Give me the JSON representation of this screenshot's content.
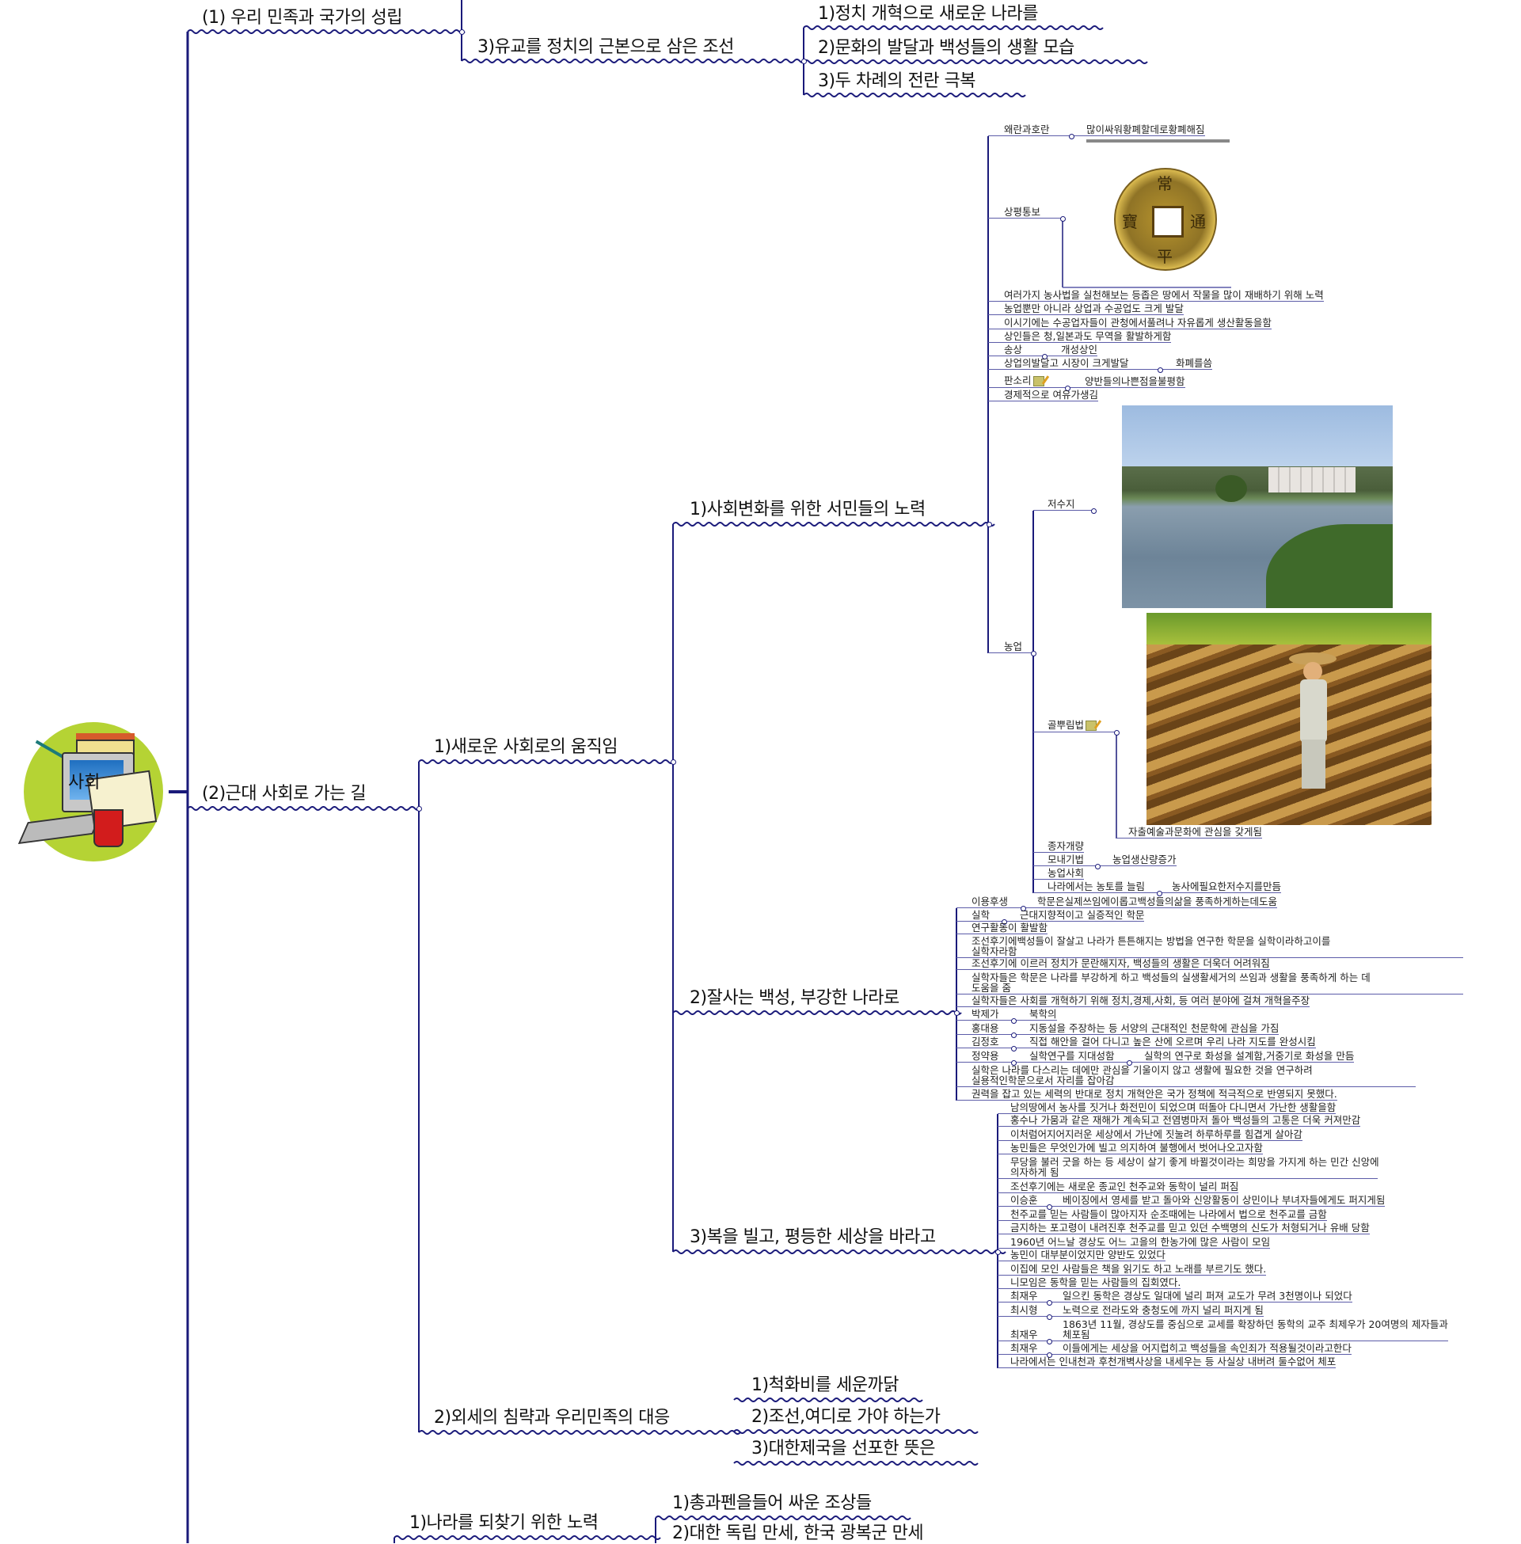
{
  "root": {
    "label": "사회"
  },
  "colors": {
    "line": "#1a1a7a",
    "sub_line": "#5c5ca8",
    "root_disc": "#b5d334"
  },
  "nodes": {
    "n1": "(1) 우리 민족과 국가의 성립",
    "n1a": "3)유교를 정치의 근본으로 삼은 조선",
    "n1a1": "1)정치 개혁으로 새로운 나라를",
    "n1a2": "2)문화의 발달과 백성들의 생활 모습",
    "n1a3": "3)두 차례의 전란 극복",
    "n2": "(2)근대 사회로 가는 길",
    "n2a": "1)새로운 사회로의 움직임",
    "n2a1": "1)사회변화를 위한 서민들의 노력",
    "n2a2": "2)잘사는 백성, 부강한 나라로",
    "n2a3": "3)복을 빌고, 평등한 세상을 바라고",
    "n2b": "2)외세의 침략과 우리민족의 대응",
    "n2b1": "1)척화비를 세운까닭",
    "n2b2": "2)조선,여디로 가야 하는가",
    "n2b3": "3)대한제국을 선포한 뜻은",
    "n3a": "1)나라를 되찾기 위한 노력",
    "n3a1": "1)총과펜을들어 싸운 조상들",
    "n3a2": "2)대한 독립 만세, 한국 광복군 만세"
  },
  "coin_chars": [
    "常",
    "平",
    "通",
    "寶"
  ],
  "economy": [
    {
      "label": "왜란과호란",
      "value": "많이싸워황폐할데로황폐해짐"
    },
    {
      "label": "상평통보",
      "icon": "coin-image"
    },
    {
      "label": "여러가지 농사법을 실천해보는 등좁은 땅에서 작물을 많이 재배하기 위해 노력"
    },
    {
      "label": "농업뿐만 아니라 상업과 수공업도 크게 발달"
    },
    {
      "label": "이시기에는 수공업자들이 관청에서풀려나  자유롭게 생산활동을함"
    },
    {
      "label": "상인들은 청,일본과도 무역을 활발하게함"
    },
    {
      "label": " 송상",
      "value": "개성상인"
    },
    {
      "label": "상업의발달고 시장이 크게발달",
      "value": "화폐를씀"
    },
    {
      "label": "판소리",
      "icon": "memo-icon",
      "value": "양반들의나쁜점을불평함"
    },
    {
      "label": "경제적으로 여유가생김"
    },
    {
      "label": "농업"
    }
  ],
  "farming": [
    {
      "label": "저수지",
      "icon": "pond-image"
    },
    {
      "label": "골뿌림법",
      "icon": "memo-icon",
      "sub": "자출예술과문화에 관심을 갖게됨"
    },
    {
      "label": "종자개량"
    },
    {
      "label": "모내기법",
      "value": "농업생산량증가"
    },
    {
      "label": "농업사회"
    },
    {
      "label": "나라에서는 농토를 늘림",
      "value": "농사에필요한저수지를만듬"
    }
  ],
  "silhak": [
    {
      "label": "이용후생",
      "value": "학문은실제쓰임에이롭고백성들의삶을 풍족하게하는데도움"
    },
    {
      "label": "실학",
      "value": "근대지향적이고 실증적인 학문"
    },
    {
      "label": "연구활동이 활발함"
    },
    {
      "label": "조선후기에백성들이 잘살고 나라가 튼튼해지는 방법을 연구한 학문을 실학이라하고이를\n실학자라함"
    },
    {
      "label": "조선후기에 이르러 정치가 문란해지자, 백성들의 생활은 더욱더 어려워짐"
    },
    {
      "label": "실학자들은 학문은 나라를 부강하게 하고 백성들의 실생활세거의 쓰임과 생활을 풍족하게 하는 데\n도움을 줌"
    },
    {
      "label": "실학자들은 사회를 개혁하기 위해 정치,경제,사회, 등 여러 분야에 걸쳐 개혁을주장"
    },
    {
      "label": "박제가",
      "value": "북학의"
    },
    {
      "label": "홍대용",
      "value": "지동설을 주장하는 등 서양의 근대적인 천문학에 관심을 가짐"
    },
    {
      "label": "김정호",
      "value": "직접 해안을 걸어 다니고 높은 산에 오르며 우리 나라 지도를 완성시킴"
    },
    {
      "label": "정약용",
      "value": "실학연구를 지대성함",
      "value2": "실학의 연구로 화성을 설계함,거중기로 화성을 만듬"
    },
    {
      "label": "실학은 나라를 다스리는 데에만 관심을 기울이지 않고 생활에 필요한 것을 연구하려\n실용적인학문으로서 자리를 잡아감"
    },
    {
      "label": "권력을 잡고 있는 세력의 반대로 정치 개혁안은 국가 정책에 적극적으로 반영되지 못했다."
    }
  ],
  "religion": [
    {
      "label": "남의땅에서 농사를 짓거나 화전민이 되었으며 떠돌아 다니면서 가난한 생활을함"
    },
    {
      "label": "홍수나 가뭄과 같은 재해가 계속되고 전염병마저 돌아 백성들의 고통은 더욱 커져만감"
    },
    {
      "label": "이처럼어지어지러운 세상에서 가난에 짓눌려 하루하루를 힘겹게 살아감"
    },
    {
      "label": "농민들은 무엇인가에 빌고 의지하여 불행에서 벗어나오고자함"
    },
    {
      "label": "무당을 불러 굿을 하는 등 세상이 살기 좋게 바뀔것이라는 희망을 가지게 하는 민간 신앙에\n의자하게 됨"
    },
    {
      "label": "조선후기에는 새로운 종교인 천주교와 동학이 널리 퍼짐"
    },
    {
      "label": "이승훈",
      "value": "베이징에서 영세를 받고 돌아와 신앙활동이 상민이나 부녀자들에게도 퍼지게됨"
    },
    {
      "label": "천주교를 믿는 사람들이 많아지자 순조때에는 나라에서 법으로 천주교를 금함"
    },
    {
      "label": "금지하는 포고령이 내려진후 천주교를 믿고 있던 수백명의 신도가 처형되거나 유배 당함"
    },
    {
      "label": "1960년 어느날 경상도 어느 고을의 한농가에 많은 사람이 모임"
    },
    {
      "label": "농민이 대부분이었지만 양반도 있었다"
    },
    {
      "label": "이집에 모인 사람들은 책을 읽기도 하고 노래를 부르기도 했다."
    },
    {
      "label": "니모임은 동학을 믿는 사람들의 집회였다."
    },
    {
      "label": "최재우",
      "value": "일으킨 동학은 경상도 일대에 널리 퍼져 교도가 무려 3천명이나 되었다"
    },
    {
      "label": "최시형",
      "value": "노력으로 전라도와 충청도에 까지 널리 퍼지게 됨"
    },
    {
      "label": "최재우",
      "value": "1863년 11월, 경상도를 중심으로 교세를 확장하던 동학의 교주 최제우가 20여명의 제자들과\n체포됨"
    },
    {
      "label": "최재우",
      "value": "이들에게는 세상을 어지럽히고 백성들을 속인죄가 적용될것이라고한다"
    },
    {
      "label": "나라에서는 인내천과 후천개벽사상을 내세우는 등 사실상 내버려 둘수없어 체포"
    }
  ]
}
